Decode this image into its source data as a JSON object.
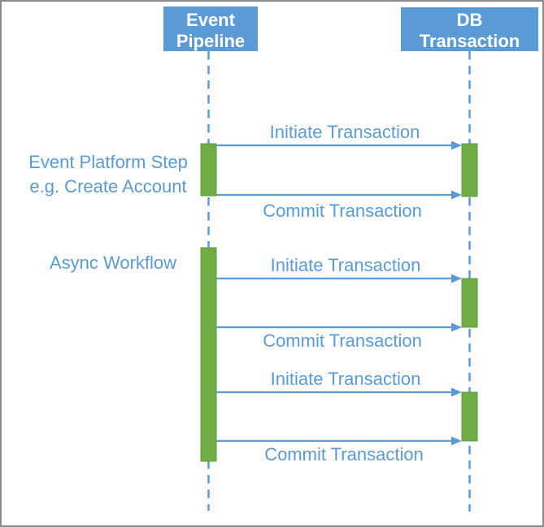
{
  "frame": {
    "background": "#ffffff",
    "border_color": "#8a8a8a"
  },
  "diagram": {
    "type": "sequence-diagram",
    "actors": [
      {
        "id": "event-pipeline",
        "line1": "Event",
        "line2": "Pipeline"
      },
      {
        "id": "db-transaction",
        "line1": "DB",
        "line2": "Transaction"
      }
    ],
    "annotations": [
      {
        "id": "event-platform-step",
        "line1": "Event Platform Step",
        "line2": "e.g. Create Account"
      },
      {
        "id": "async-workflow",
        "line1": "Async Workflow"
      }
    ],
    "messages": [
      {
        "from": "Event Pipeline",
        "to": "DB Transaction",
        "label": "Initiate Transaction"
      },
      {
        "from": "Event Pipeline",
        "to": "DB Transaction",
        "label": "Commit Transaction"
      },
      {
        "from": "Event Pipeline",
        "to": "DB Transaction",
        "label": "Initiate Transaction"
      },
      {
        "from": "Event Pipeline",
        "to": "DB Transaction",
        "label": "Commit Transaction"
      },
      {
        "from": "Event Pipeline",
        "to": "DB Transaction",
        "label": "Initiate Transaction"
      },
      {
        "from": "Event Pipeline",
        "to": "DB Transaction",
        "label": "Commit Transaction"
      }
    ],
    "colors": {
      "actor_fill": "#5B9BD5",
      "actor_text": "#ffffff",
      "lifeline": "#5B9BD5",
      "message_line": "#5B9BD5",
      "label_text": "#5B9BD5",
      "activation_fill": "#70AD47",
      "activation_border": "#5f9a3a"
    }
  }
}
